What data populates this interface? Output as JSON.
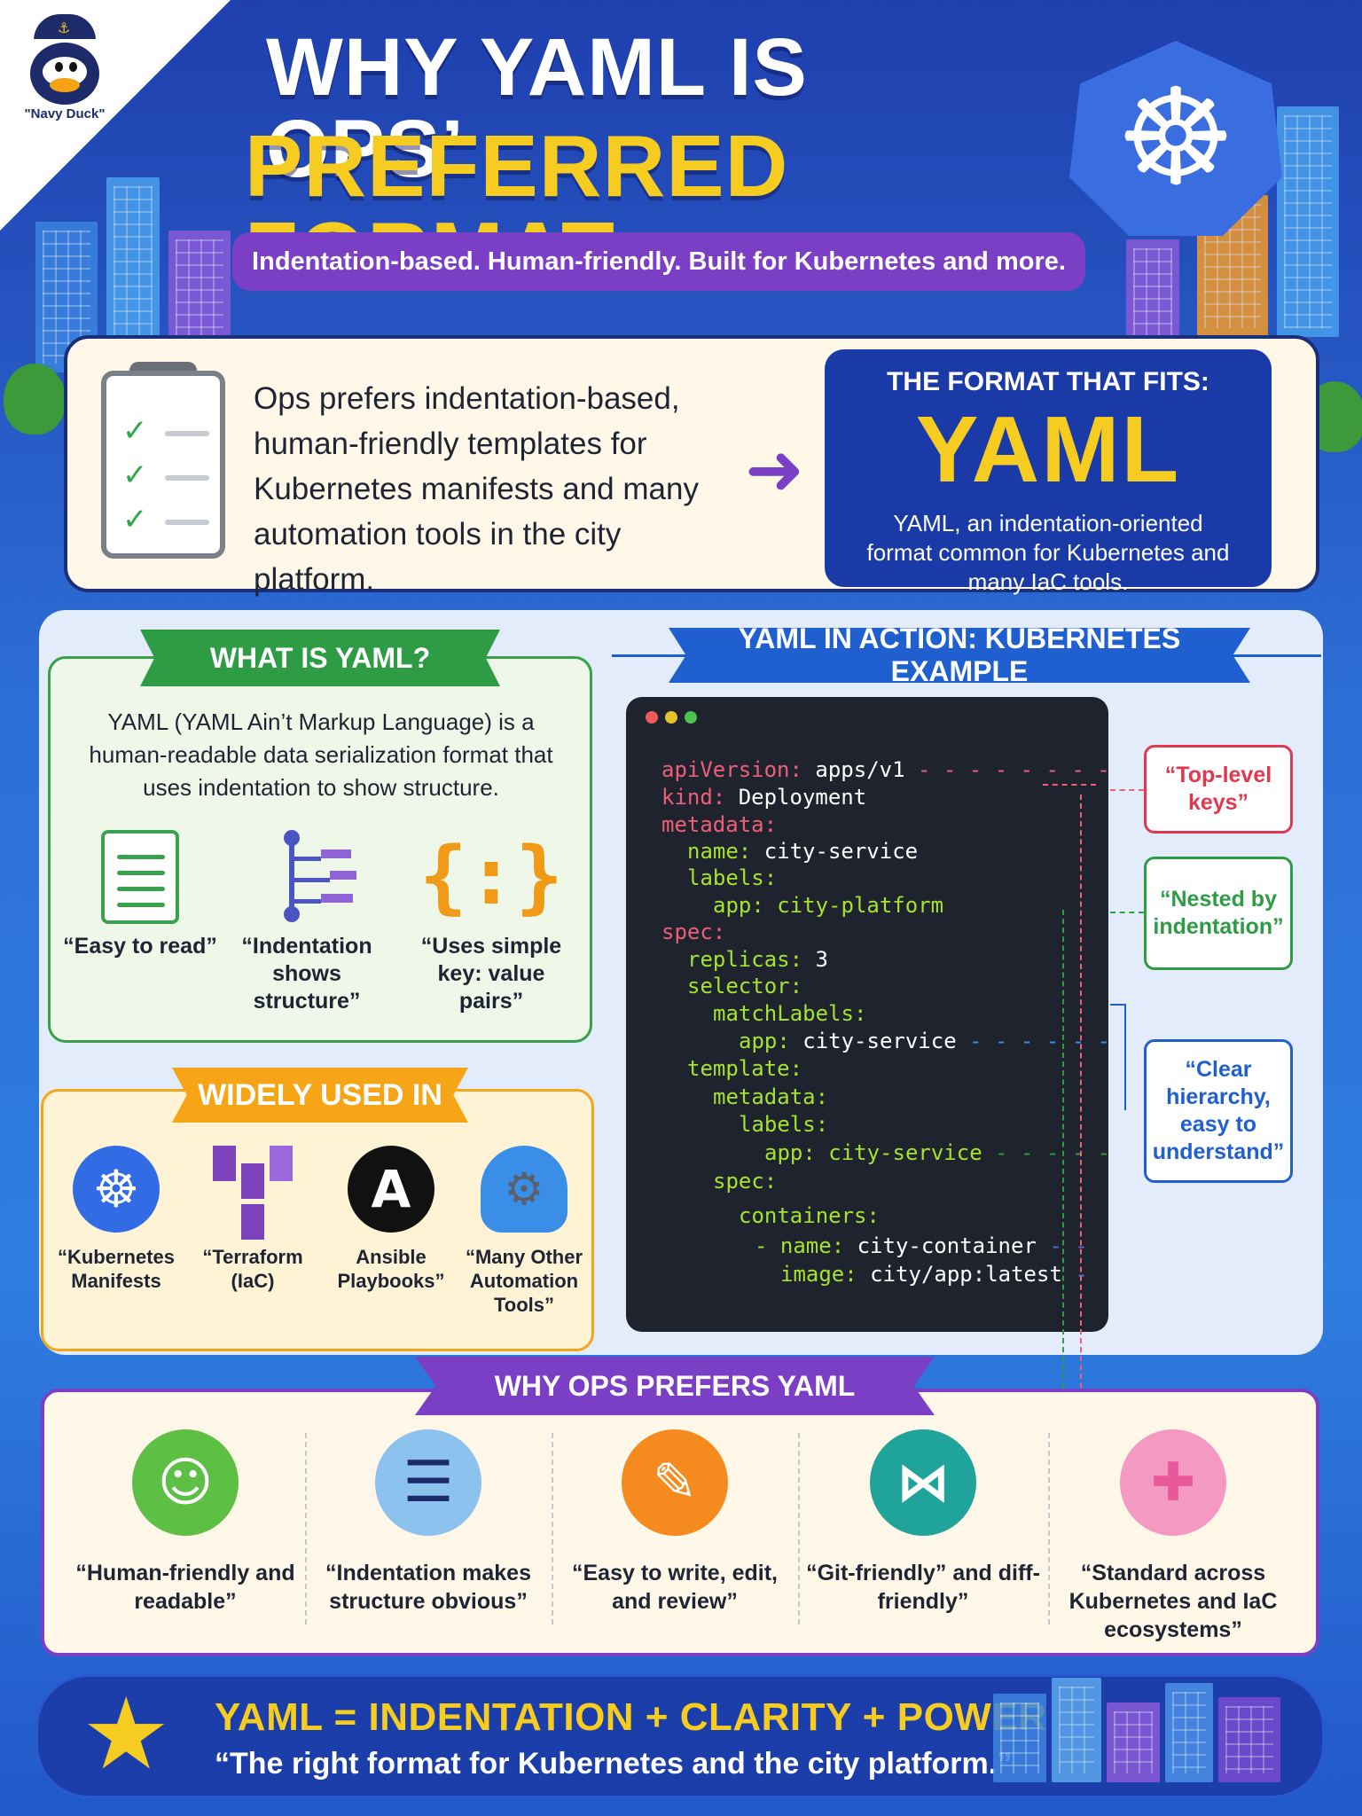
{
  "mascot": {
    "label": "\"Navy Duck\""
  },
  "header": {
    "title_line1": "WHY YAML IS OPS’",
    "title_line2": "PREFERRED FORMAT",
    "subtitle": "Indentation-based. Human-friendly. Built for Kubernetes and more."
  },
  "intro": {
    "text": "Ops prefers indentation-based, human-friendly templates for Kubernetes manifests and many automation tools in the city platform.",
    "fit_title": "THE FORMAT THAT FITS:",
    "fit_name": "YAML",
    "fit_desc": "YAML, an indentation-oriented format common for Kubernetes and many IaC tools."
  },
  "what_is": {
    "heading": "WHAT IS YAML?",
    "text": "YAML (YAML Ain’t Markup Language) is a human-readable data serialization format that uses indentation to show structure.",
    "features": [
      {
        "label": "“Easy to read”",
        "icon": "document-list-icon"
      },
      {
        "label": "“Indentation shows structure”",
        "icon": "tree-structure-icon"
      },
      {
        "label": "“Uses simple key: value pairs”",
        "icon": "braces-icon"
      }
    ]
  },
  "widely_used": {
    "heading": "WIDELY USED IN",
    "tools": [
      {
        "label": "“Kubernetes Manifests",
        "icon": "kubernetes-icon",
        "color": "#326ce5"
      },
      {
        "label": "“Terraform (IaC)",
        "icon": "terraform-icon",
        "color": "#7b42bc"
      },
      {
        "label": "Ansible Playbooks”",
        "icon": "ansible-icon",
        "color": "#111111"
      },
      {
        "label": "“Many Other Automation Tools”",
        "icon": "cloud-gear-icon",
        "color": "#3b8ee8"
      }
    ]
  },
  "example": {
    "heading": "YAML IN ACTION: KUBERNETES EXAMPLE",
    "lines": [
      {
        "key": "apiVersion:",
        "value": " apps/v1"
      },
      {
        "key": "kind:",
        "value": " Deployment"
      },
      {
        "key": "metadata:",
        "value": ""
      },
      {
        "key": "name:",
        "value": " city-service"
      },
      {
        "key": "labels:",
        "value": ""
      },
      {
        "key": "app:",
        "value": " city-platform"
      },
      {
        "key": "spec:",
        "value": ""
      },
      {
        "key": "replicas:",
        "value": " 3"
      },
      {
        "key": "selector:",
        "value": ""
      },
      {
        "key": "matchLabels:",
        "value": ""
      },
      {
        "key": "app:",
        "value": " city-service"
      },
      {
        "key": "template:",
        "value": ""
      },
      {
        "key": "metadata:",
        "value": ""
      },
      {
        "key": "labels:",
        "value": ""
      },
      {
        "key": "app:",
        "value": " city-service"
      },
      {
        "key": "spec:",
        "value": ""
      },
      {
        "key": "containers:",
        "value": ""
      },
      {
        "key": "- name:",
        "value": " city-container"
      },
      {
        "key": "image:",
        "value": " city/app:latest"
      }
    ],
    "notes": [
      {
        "text": "“Top-level keys”",
        "color": "#e2374e"
      },
      {
        "text": "“Nested by indentation”",
        "color": "#2e9b45"
      },
      {
        "text": "“Clear hierarchy, easy to understand”",
        "color": "#1f5fd0"
      }
    ]
  },
  "why": {
    "heading": "WHY OPS PREFERS YAML",
    "items": [
      {
        "label": "“Human-friendly and readable”",
        "icon": "smiley-icon",
        "color": "#5dbf43"
      },
      {
        "label": "“Indentation makes structure obvious”",
        "icon": "list-icon",
        "color": "#8cc2ee"
      },
      {
        "label": "“Easy to write, edit, and review”",
        "icon": "pencil-icon",
        "color": "#f58a1f"
      },
      {
        "label": "“Git-friendly” and diff-friendly”",
        "icon": "git-icon",
        "color": "#1fa39a"
      },
      {
        "label": "“Standard across Kubernetes and IaC ecosystems”",
        "icon": "puzzle-icon",
        "color": "#f49ac2"
      }
    ]
  },
  "banner": {
    "line1": "YAML = INDENTATION + CLARITY + POWER",
    "line2": "“The right format for Kubernetes and the city platform.”"
  }
}
